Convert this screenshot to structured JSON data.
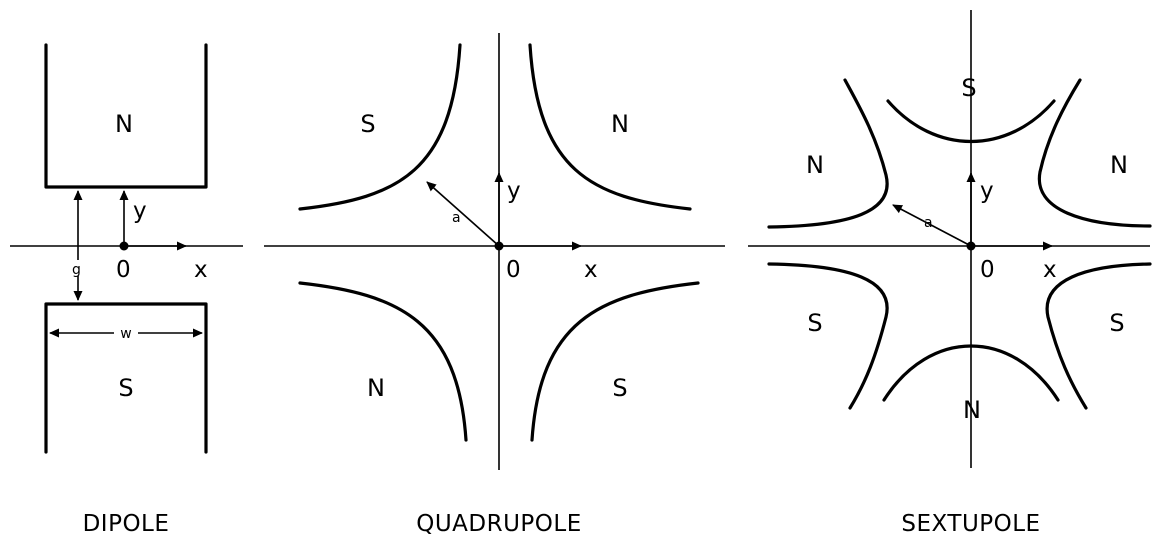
{
  "dipole": {
    "pole_top": "N",
    "pole_bottom": "S",
    "axis_y": "y",
    "axis_x": "x",
    "origin": "0",
    "gap": "g",
    "width": "w",
    "caption": "DIPOLE"
  },
  "quadrupole": {
    "pole_top_left": "S",
    "pole_top_right": "N",
    "pole_bottom_left": "N",
    "pole_bottom_right": "S",
    "axis_y": "y",
    "axis_x": "x",
    "origin": "0",
    "radius": "a",
    "caption": "QUADRUPOLE"
  },
  "sextupole": {
    "pole_top": "S",
    "pole_upper_left": "N",
    "pole_upper_right": "N",
    "pole_lower_left": "S",
    "pole_lower_right": "S",
    "pole_bottom": "N",
    "axis_y": "y",
    "axis_x": "x",
    "origin": "0",
    "radius": "a",
    "caption": "SEXTUPOLE"
  },
  "colors": {
    "ink": "#000000",
    "background": "#ffffff"
  }
}
